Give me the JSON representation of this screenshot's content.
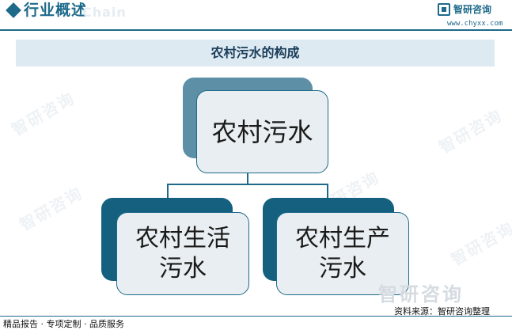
{
  "header": {
    "title": "行业概述",
    "subtitle_en": "Chain",
    "logo": {
      "name": "智研咨询",
      "url": "www.chyxx.com"
    }
  },
  "banner": {
    "title": "农村污水的构成"
  },
  "diagram": {
    "root": "农村污水",
    "children": [
      "农村生活污水",
      "农村生产污水"
    ]
  },
  "watermark": "智研咨询",
  "source_text": "资料来源：智研咨询整理",
  "footer_text": "精品报告 · 专项定制 · 品质服务",
  "colors": {
    "primary": "#1e6a8a",
    "root_back": "#5d8fa6",
    "child_back": "#15607e",
    "box_fill": "#e8eef1"
  }
}
